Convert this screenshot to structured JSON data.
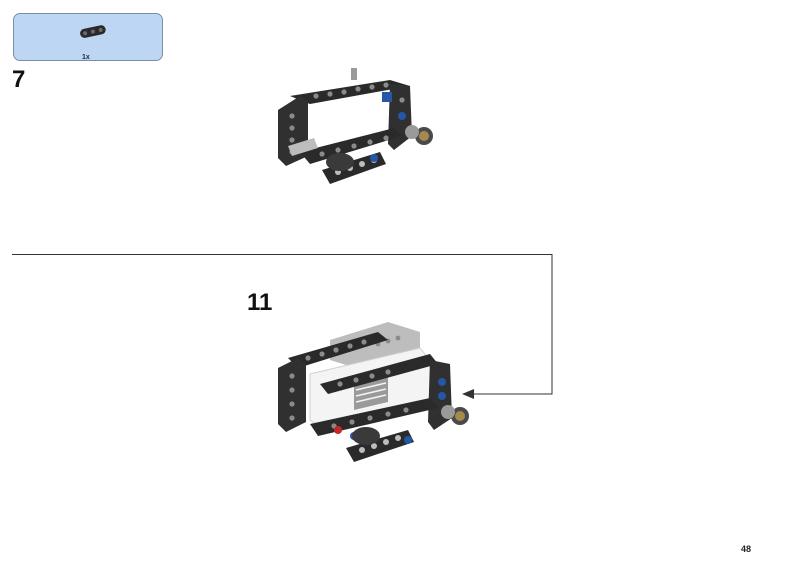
{
  "parts_callout": {
    "quantity": "1x",
    "part_icon": "technic-beam-3-icon",
    "bg_color": "#bcd6f4"
  },
  "steps": [
    {
      "number": "7"
    },
    {
      "number": "11"
    }
  ],
  "page": {
    "number": "48"
  },
  "colors": {
    "beam_dark": "#2a2a2a",
    "beam_light": "#bdbdbd",
    "pin_blue": "#2457a6",
    "pin_red": "#c8262c",
    "line": "#333333"
  }
}
